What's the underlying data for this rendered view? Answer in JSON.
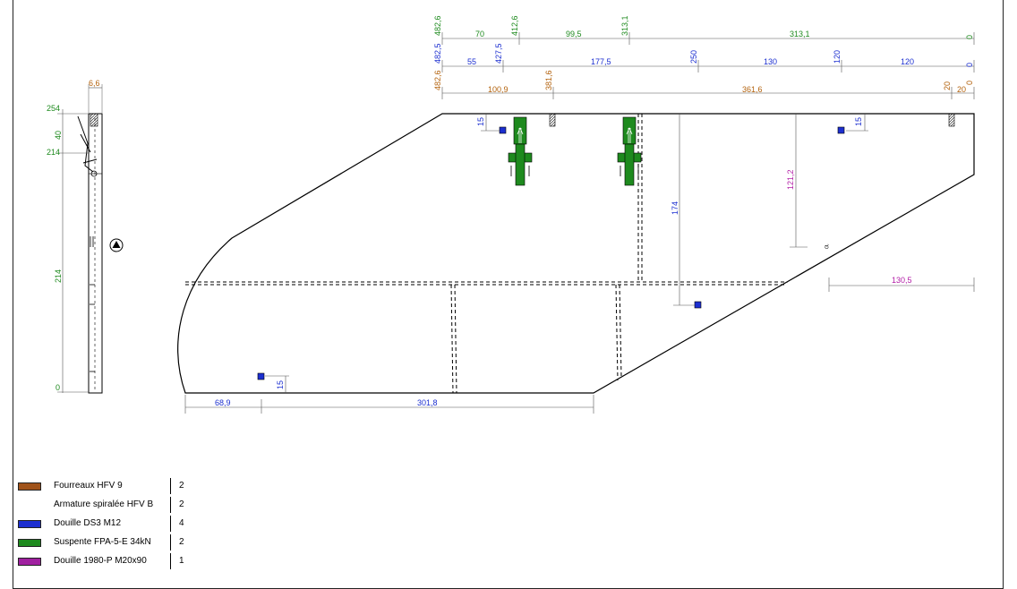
{
  "colors": {
    "green": "#1e8a1e",
    "blue": "#1c2fd0",
    "orange": "#b3620d",
    "magenta": "#b21ca6",
    "line": "#000000",
    "dim": "#555555"
  },
  "side_view": {
    "top_label": "6,6",
    "levels": [
      "254",
      "214",
      "0"
    ],
    "spans": [
      "40",
      "214"
    ]
  },
  "top_dims": {
    "green_row": {
      "ends": [
        "482,6",
        "412,6",
        "313,1",
        "0"
      ],
      "spans": [
        "70",
        "99,5",
        "313,1"
      ]
    },
    "blue_row": {
      "ends": [
        "482,5",
        "427,5",
        "250",
        "120",
        "0"
      ],
      "spans": [
        "55",
        "177,5",
        "130",
        "120"
      ]
    },
    "orange_row": {
      "ends": [
        "482,6",
        "381,6",
        "20",
        "0"
      ],
      "spans": [
        "100,9",
        "361,6",
        "20"
      ]
    }
  },
  "interior_dims": {
    "d15_a": "15",
    "d15_b": "15",
    "d15_c": "15",
    "d174": "174",
    "d121": "121,2",
    "d130": "130,5"
  },
  "bottom_dims": {
    "left": "68,9",
    "right": "301,8"
  },
  "marker": "ಠ",
  "legend": [
    {
      "label": "Fourreaux HFV 9",
      "count": "2",
      "color": "#a0531a",
      "swatch": true
    },
    {
      "label": "Armature spiralée HFV B",
      "count": "2",
      "color": "",
      "swatch": false
    },
    {
      "label": "Douille DS3 M12",
      "count": "4",
      "color": "#1c2fd0",
      "swatch": true
    },
    {
      "label": "Suspente FPA-5-E 34kN",
      "count": "2",
      "color": "#1e8a1e",
      "swatch": true
    },
    {
      "label": "Douille 1980-P M20x90",
      "count": "1",
      "color": "#a020a0",
      "swatch": true
    }
  ]
}
